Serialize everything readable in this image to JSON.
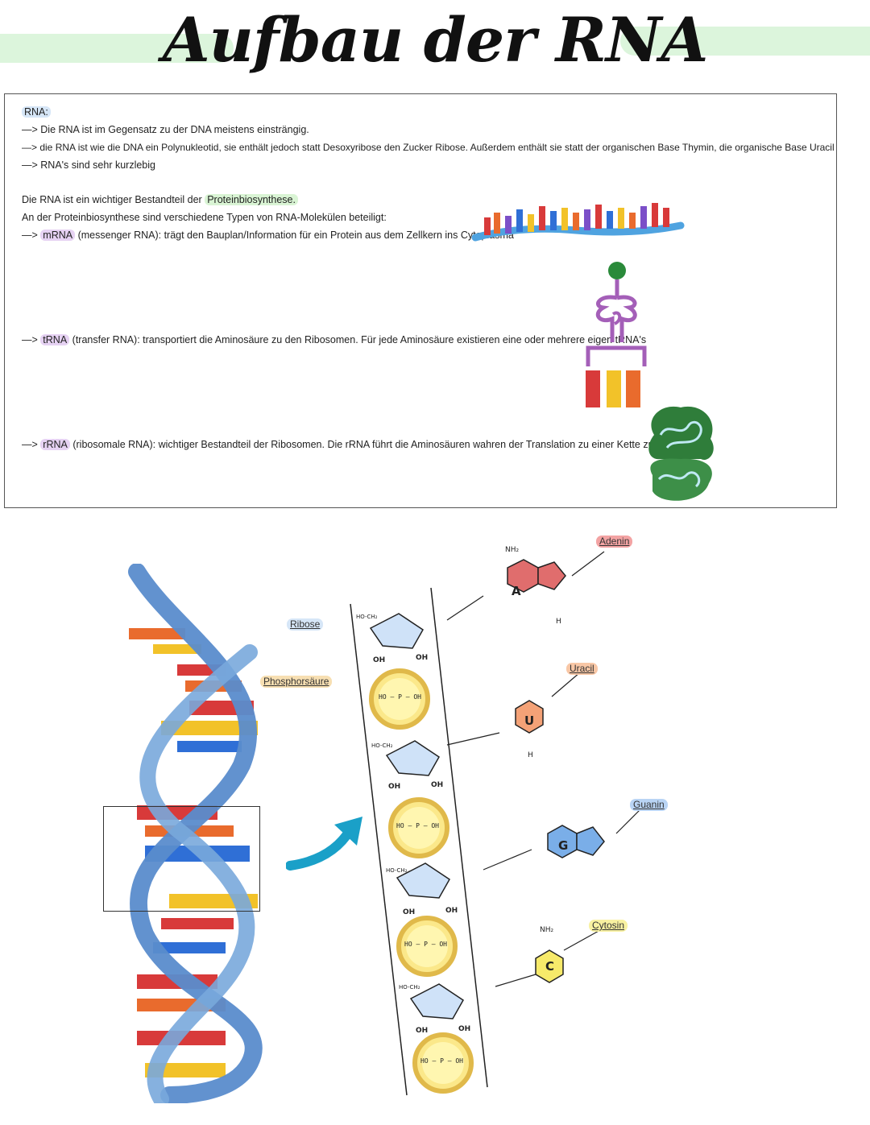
{
  "header": {
    "title": "Aufbau der RNA"
  },
  "notes": {
    "heading": "RNA:",
    "points": [
      "—> Die RNA ist im Gegensatz zu der DNA meistens einsträngig.",
      "—> die RNA ist wie die DNA ein Polynukleotid, sie enthält jedoch statt Desoxyribose den Zucker Ribose. Außerdem enthält sie statt der organischen Base Thymin, die organische Base Uracil",
      "—> RNA's sind sehr kurzlebig"
    ],
    "intro_prefix": "Die RNA ist ein wichtiger Bestandteil der ",
    "intro_term": "Proteinbiosynthese.",
    "intro_line2": "An der Proteinbiosynthese sind verschiedene Typen von RNA-Molekülen beteiligt:",
    "arrow": "—>",
    "mrna": {
      "term": "mRNA",
      "text": "(messenger RNA): trägt den Bauplan/Information für ein Protein aus dem Zellkern ins Cytoplasma"
    },
    "trna": {
      "term": "tRNA",
      "text": "(transfer RNA): transportiert die Aminosäure zu den Ribosomen. Für jede Aminosäure existieren eine oder mehrere eigen tRNA's"
    },
    "rrna": {
      "term": "rRNA",
      "text": "(ribosomale RNA): wichtiger Bestandteil der Ribosomen. Die rRNA führt die Aminosäuren wahren der Translation zu einer Kette zusammen."
    }
  },
  "diagram": {
    "labels": {
      "ribose": "Ribose",
      "phosphate": "Phosphorsäure",
      "adenine": "Adenin",
      "uracil": "Uracil",
      "guanine": "Guanin",
      "cytosine": "Cytosin"
    },
    "base_letters": {
      "adenine": "A",
      "uracil": "U",
      "guanine": "G",
      "cytosine": "C"
    },
    "chem": {
      "phosphate": "HO – P – OH",
      "hydroxyl": "OH",
      "ch2": "HO-CH₂",
      "nh2": "NH₂",
      "h": "H"
    }
  },
  "colors": {
    "title_band": "#dcf5dc",
    "adenine": "#e06d6d",
    "uracil": "#f4a277",
    "guanine": "#7aaee8",
    "cytosine": "#f7ea6a",
    "ribose": "#cfe2f8",
    "phosphate": "#f0d16a",
    "helix": "#5a8ccc"
  }
}
